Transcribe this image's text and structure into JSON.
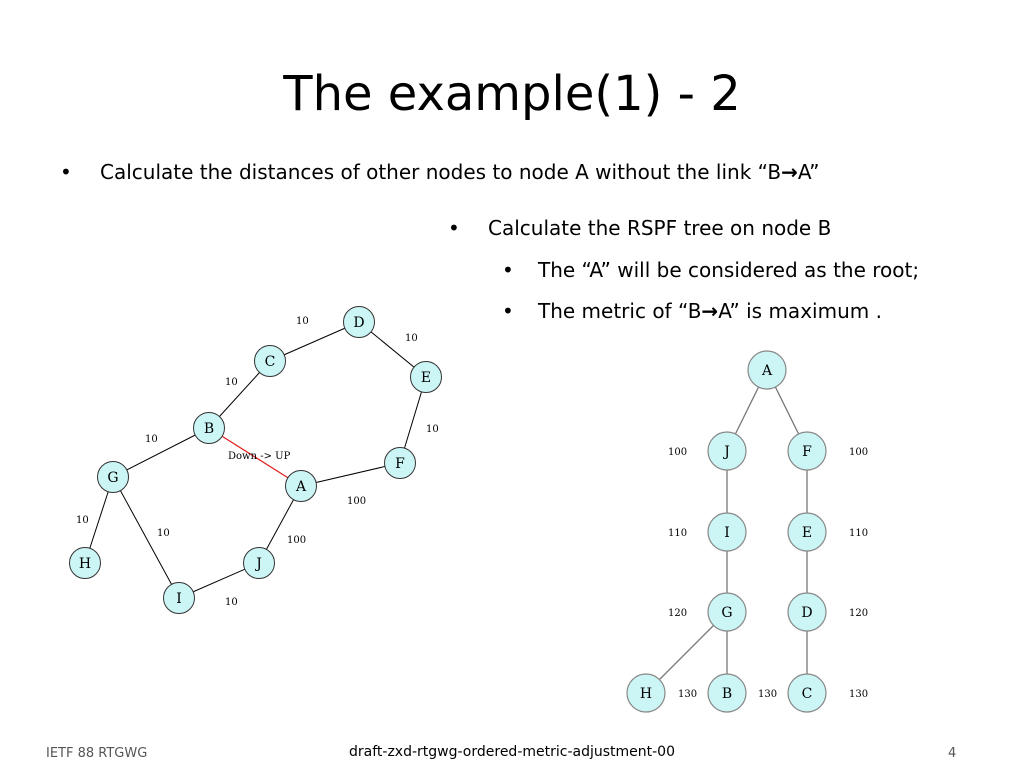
{
  "slide": {
    "title": "The example(1) - 2",
    "bullet_dot": "•",
    "bullets": [
      {
        "prefix": "Calculate the distances of other nodes to node A without the link “B",
        "arrow": "→",
        "suffix": "A”"
      }
    ],
    "right_bullets": [
      {
        "text": "Calculate the RSPF tree on node B"
      },
      {
        "text": "The “A” will be considered as the root;"
      },
      {
        "prefix": "The metric of “B",
        "arrow": "→",
        "suffix": "A” is  maximum ."
      }
    ]
  },
  "network": {
    "nodes": [
      "A",
      "B",
      "C",
      "D",
      "E",
      "F",
      "G",
      "H",
      "I",
      "J"
    ],
    "edge_labels": [
      "10",
      "10",
      "10",
      "10",
      "10",
      "10",
      "100",
      "10",
      "100",
      "10"
    ],
    "special_label": "Down -> UP",
    "special_color": "#e02020"
  },
  "tree": {
    "nodes": [
      "A",
      "J",
      "F",
      "I",
      "E",
      "G",
      "D",
      "H",
      "B",
      "C"
    ],
    "metrics": [
      "100",
      "100",
      "110",
      "110",
      "120",
      "120",
      "130",
      "130",
      "130"
    ]
  },
  "colors": {
    "node_fill": "#ccf5f5",
    "node_stroke": "#333333",
    "edge": "#000000",
    "tree_edge": "#777777"
  },
  "footer": {
    "left": "IETF 88 RTGWG",
    "center": "draft-zxd-rtgwg-ordered-metric-adjustment-00",
    "right": "4"
  }
}
